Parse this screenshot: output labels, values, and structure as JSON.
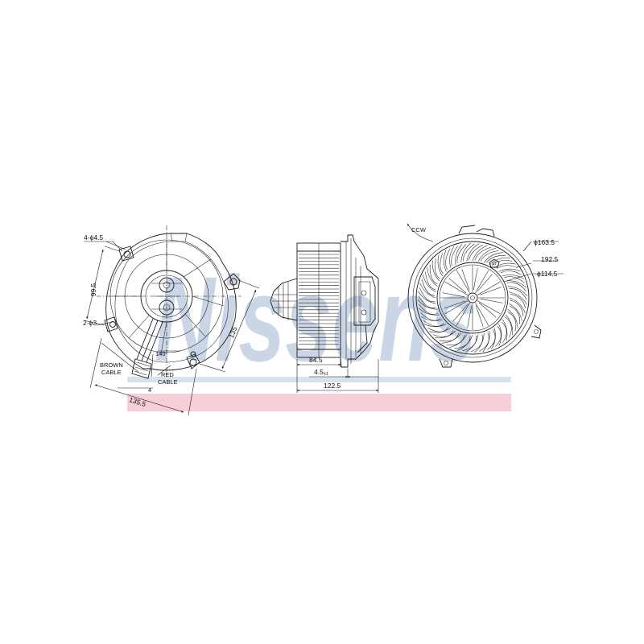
{
  "brand": {
    "watermark": "Nissens",
    "watermark_color": "#9fb6d2",
    "band_color": "#f4c6cf"
  },
  "front_view": {
    "holes_label": "4-ϕ4.5",
    "dim_vertical": "99.5",
    "pins_label": "2-ϕ3",
    "dim_140": "140",
    "brown_cable": [
      "BROWN",
      "CABLE"
    ],
    "red_cable": [
      "RED",
      "CABLE"
    ],
    "dim_diagonal": "135",
    "dim_bottom": "135.5",
    "connector_mark": "4"
  },
  "side_view": {
    "dim_wheel_width": "84.5",
    "dim_flange": "4.5",
    "dim_flange_tol": "±1",
    "dim_total": "122.5"
  },
  "rear_view": {
    "rotation": "CCW",
    "dim_outer": "ϕ163.5",
    "dim_mid": "192.5",
    "dim_inner": "ϕ114.5"
  }
}
